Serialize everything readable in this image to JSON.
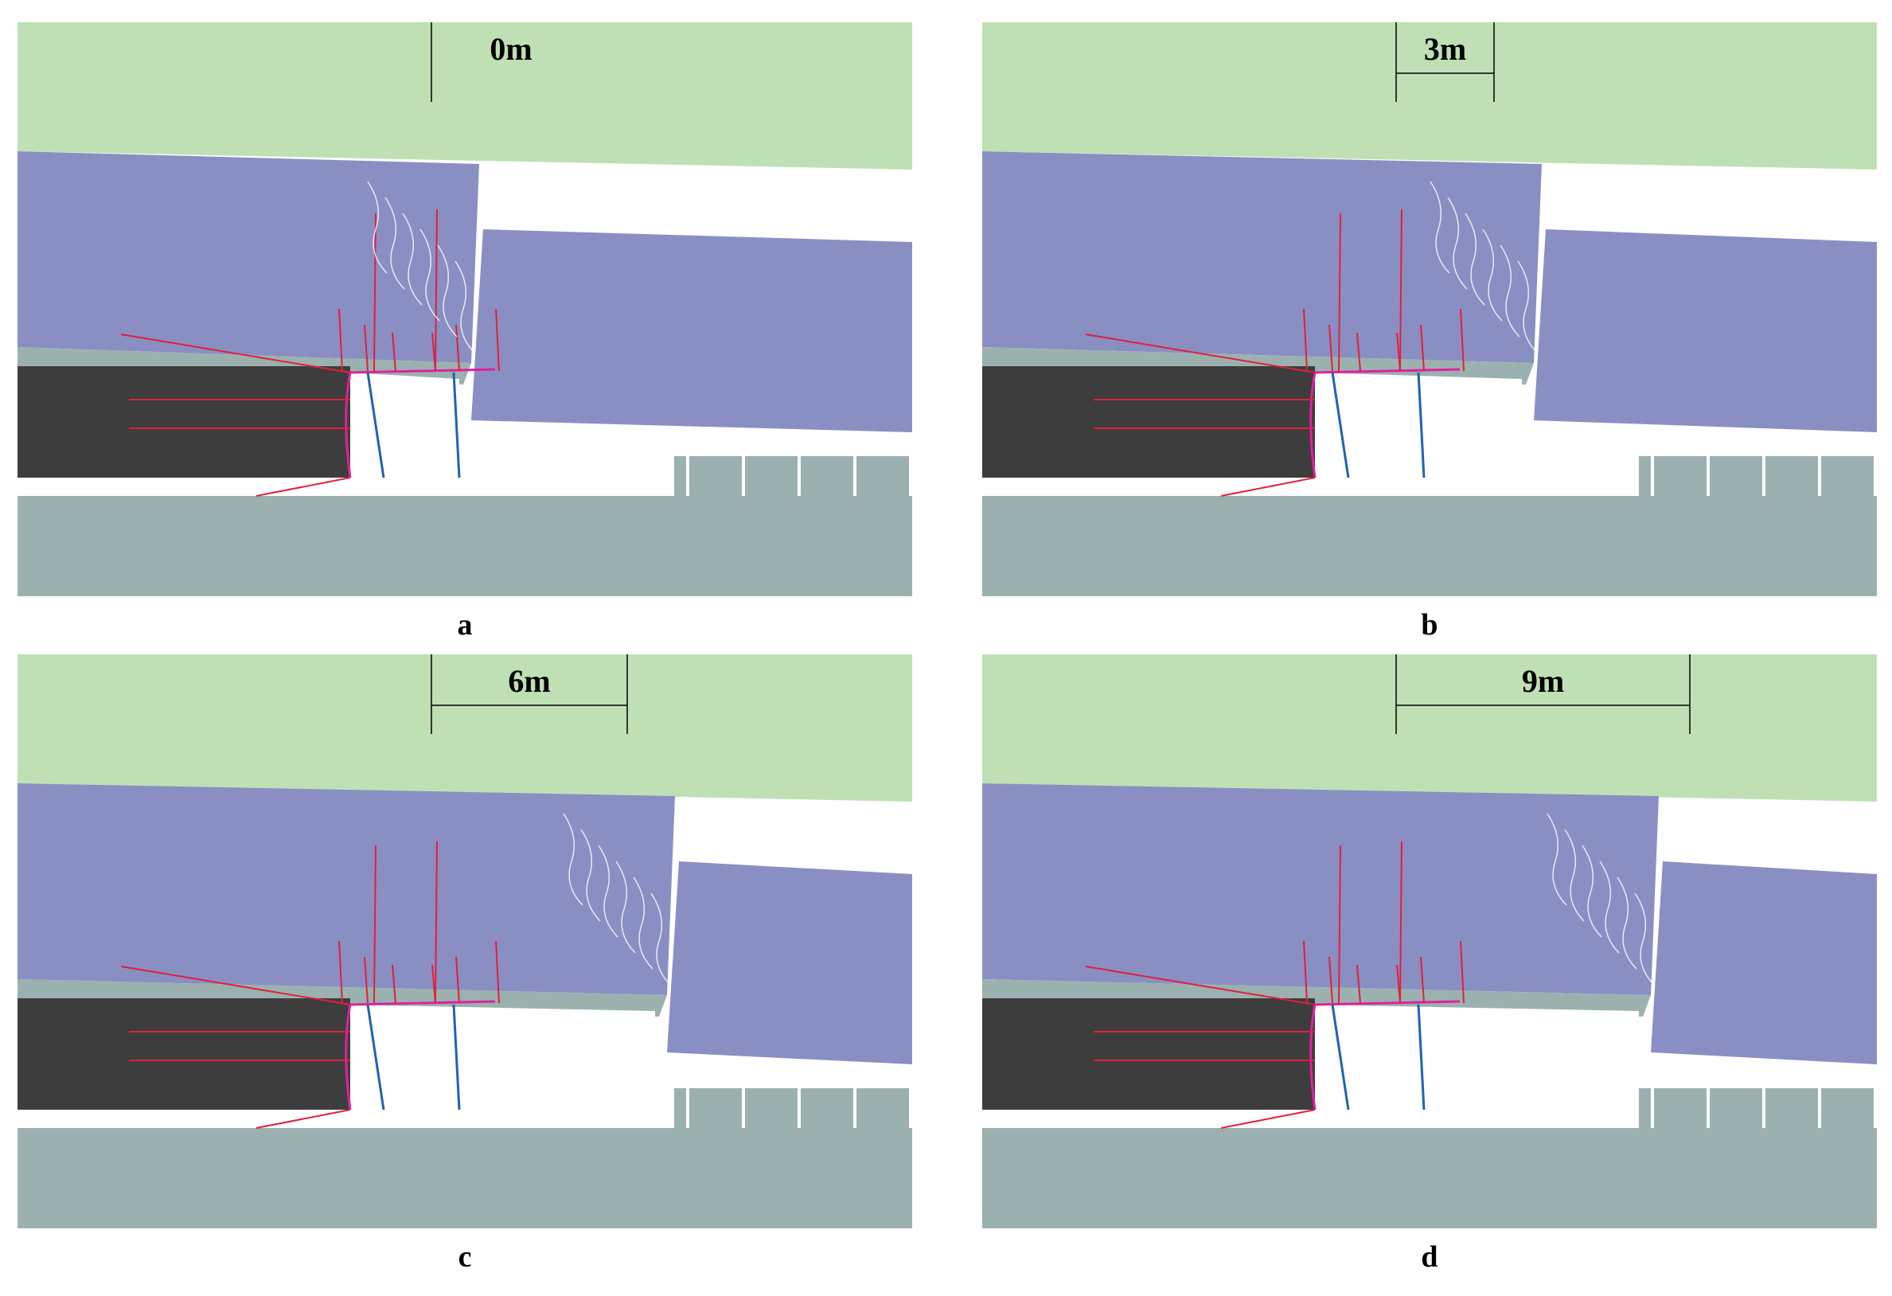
{
  "colors": {
    "overburden": "#bee0b4",
    "main_roof": "#8a8fc3",
    "immediate_roof": "#9bb1af",
    "coal": "#3d3d3d",
    "floor": "#9bb1af",
    "bolt": "#e0203c",
    "support_leg": "#1f63b0",
    "roadway_contour": "#e020a0",
    "crack": "#ffffff"
  },
  "panels": [
    {
      "label": "a",
      "distance": "0m",
      "advance": 0
    },
    {
      "label": "b",
      "distance": "3m",
      "advance": 3
    },
    {
      "label": "c",
      "distance": "6m",
      "advance": 6
    },
    {
      "label": "d",
      "distance": "9m",
      "advance": 9
    }
  ]
}
